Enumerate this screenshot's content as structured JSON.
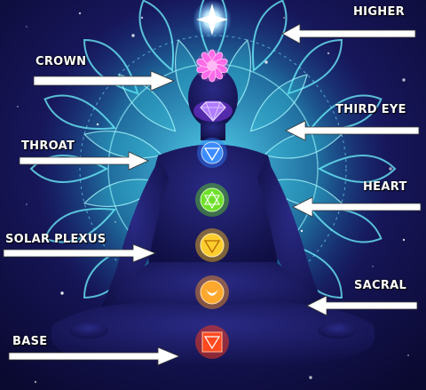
{
  "labels": {
    "higher": "HIGHER",
    "crown": "CROWN",
    "third_eye": "THIRD EYE",
    "throat": "THROAT",
    "heart": "HEART",
    "solar_plexus": "SOLAR PLEXUS",
    "sacral": "SACRAL",
    "base": "BASE"
  },
  "chakras": [
    {
      "key": "higher",
      "icon": "star-burst-icon",
      "color": "#e8f6ff"
    },
    {
      "key": "crown",
      "icon": "lotus-icon",
      "color": "#e64ad8"
    },
    {
      "key": "third_eye",
      "icon": "gem-icon",
      "color": "#8f3dff"
    },
    {
      "key": "throat",
      "icon": "triangle-lotus-icon",
      "color": "#2f7dff"
    },
    {
      "key": "heart",
      "icon": "hexagram-lotus-icon",
      "color": "#5fd21e"
    },
    {
      "key": "solar_plexus",
      "icon": "triangle-lotus-icon",
      "color": "#ffc21a"
    },
    {
      "key": "sacral",
      "icon": "crescent-lotus-icon",
      "color": "#ff9a1a"
    },
    {
      "key": "base",
      "icon": "square-lotus-icon",
      "color": "#ff3a14"
    }
  ],
  "colors": {
    "background": "#0b0a33",
    "mandala": "#2fd0d8",
    "silhouette": "#16155a",
    "arrow": "#ffffff"
  }
}
